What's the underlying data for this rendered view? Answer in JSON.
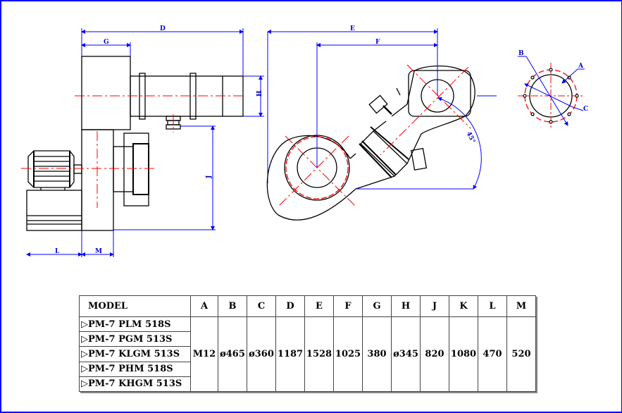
{
  "drawing": {
    "dimension_labels": {
      "D": "D",
      "G": "G",
      "H": "H",
      "J": "J",
      "L": "L",
      "M": "M",
      "E": "E",
      "F": "F",
      "A": "A",
      "B": "B",
      "C": "C"
    },
    "angle_label": "45°",
    "colors": {
      "dimension": "#0000ff",
      "centerline": "#ff0000",
      "outline": "#000000",
      "frame": "#0000ff"
    }
  },
  "table": {
    "headers": [
      "MODEL",
      "A",
      "B",
      "C",
      "D",
      "E",
      "F",
      "G",
      "H",
      "J",
      "K",
      "L",
      "M"
    ],
    "models": [
      "▷PM-7  PLM  518S",
      "▷PM-7  PGM  513S",
      "▷PM-7  KLGM  513S",
      "▷PM-7  PHM  518S",
      "▷PM-7  KHGM  513S"
    ],
    "values": {
      "A": "M12",
      "B": "ø465",
      "C": "ø360",
      "D": "1187",
      "E": "1528",
      "F": "1025",
      "G": "380",
      "H": "ø345",
      "J": "820",
      "K": "1080",
      "L": "470",
      "M": "520"
    }
  }
}
